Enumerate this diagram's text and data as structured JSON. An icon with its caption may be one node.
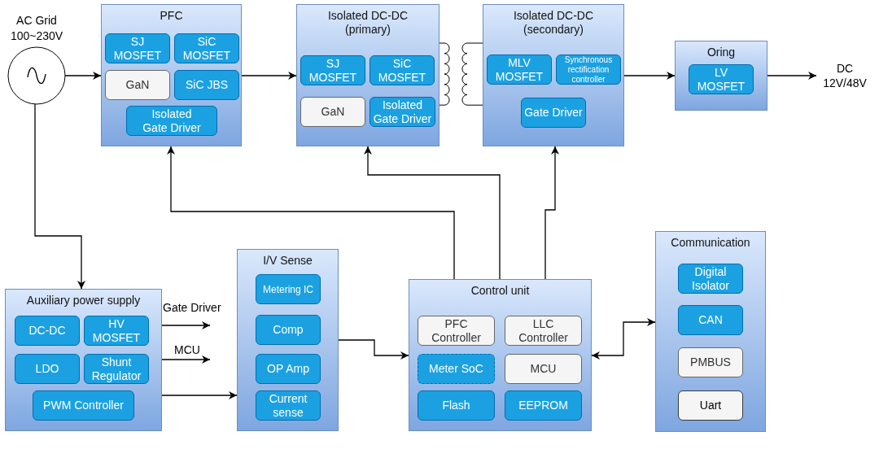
{
  "diagram": {
    "nodes": [
      {
        "text": [
          "AC Grid 100~230V"
        ]
      },
      {
        "text": [
          "PFC"
        ]
      },
      {
        "text": [
          "SJ MOSFET"
        ],
        "in": 1
      },
      {
        "text": [
          "SiC MOSFET"
        ],
        "in": 1
      },
      {
        "text": [
          "GaN"
        ],
        "in": 1
      },
      {
        "text": [
          "SiC JBS"
        ],
        "in": 1
      },
      {
        "text": [
          "Isolated Gate Driver"
        ],
        "in": 1
      },
      {
        "text": [
          "Isolated DC-DC (primary)"
        ]
      },
      {
        "text": [
          "SJ MOSFET"
        ],
        "in": 7
      },
      {
        "text": [
          "SiC MOSFET"
        ],
        "in": 7
      },
      {
        "text": [
          "GaN"
        ],
        "in": 7
      },
      {
        "text": [
          "Isolated Gate Driver"
        ],
        "in": 7
      },
      {
        "text": [
          "Isolated DC-DC (secondary)"
        ]
      },
      {
        "text": [
          "MLV MOSFET"
        ],
        "in": 12
      },
      {
        "text": [
          "Synchronous rectification controller"
        ],
        "in": 12
      },
      {
        "text": [
          "Gate Driver"
        ],
        "in": 12
      },
      {
        "text": [
          "Oring"
        ]
      },
      {
        "text": [
          "LV MOSFET"
        ],
        "in": 16
      },
      {
        "text": [
          "DC 12V/48V"
        ]
      },
      {
        "text": [
          "Auxiliary power supply"
        ]
      },
      {
        "text": [
          "DC-DC"
        ],
        "in": 19
      },
      {
        "text": [
          "HV MOSFET"
        ],
        "in": 19
      },
      {
        "text": [
          "LDO"
        ],
        "in": 19
      },
      {
        "text": [
          "Shunt Regulator"
        ],
        "in": 19
      },
      {
        "text": [
          "PWM Controller"
        ],
        "in": 19
      },
      {
        "text": [
          "I/V Sense"
        ]
      },
      {
        "text": [
          "Metering IC"
        ],
        "in": 25
      },
      {
        "text": [
          "Comp"
        ],
        "in": 25
      },
      {
        "text": [
          "OP Amp"
        ],
        "in": 25
      },
      {
        "text": [
          "Current sense"
        ],
        "in": 25
      },
      {
        "text": [
          "Control unit"
        ]
      },
      {
        "text": [
          "PFC Controller"
        ],
        "in": 30
      },
      {
        "text": [
          "LLC Controller"
        ],
        "in": 30
      },
      {
        "text": [
          "Meter SoC"
        ],
        "in": 30
      },
      {
        "text": [
          "MCU"
        ],
        "in": 30
      },
      {
        "text": [
          "Flash"
        ],
        "in": 30
      },
      {
        "text": [
          "EEPROM"
        ],
        "in": 30
      },
      {
        "text": [
          "Communication"
        ]
      },
      {
        "text": [
          "Digital Isolator"
        ],
        "in": 37
      },
      {
        "text": [
          "CAN"
        ],
        "in": 37
      },
      {
        "text": [
          "PMBUS"
        ],
        "in": 37
      },
      {
        "text": [
          "Uart"
        ],
        "in": 37
      }
    ],
    "edges": [
      {
        "from": 0,
        "to": 1,
        "arrow": "to"
      },
      {
        "from": 1,
        "to": 7,
        "arrow": "to"
      },
      {
        "from": 12,
        "to": 16,
        "arrow": "to"
      },
      {
        "from": 16,
        "to": 18,
        "arrow": "to"
      },
      {
        "from": 0,
        "to": 19,
        "arrow": "to"
      },
      {
        "from": 19,
        "to": null,
        "arrow": "to",
        "label": "Gate Driver"
      },
      {
        "from": 19,
        "to": null,
        "arrow": "to",
        "label": "MCU"
      },
      {
        "from": 19,
        "to": 25,
        "arrow": "to"
      },
      {
        "from": 25,
        "to": 30,
        "arrow": "to"
      },
      {
        "from": 30,
        "to": 1,
        "arrow": "to"
      },
      {
        "from": 30,
        "to": 7,
        "arrow": "to"
      },
      {
        "from": 30,
        "to": 12,
        "arrow": "to"
      },
      {
        "from": 30,
        "to": 37,
        "arrow": "both"
      }
    ]
  }
}
